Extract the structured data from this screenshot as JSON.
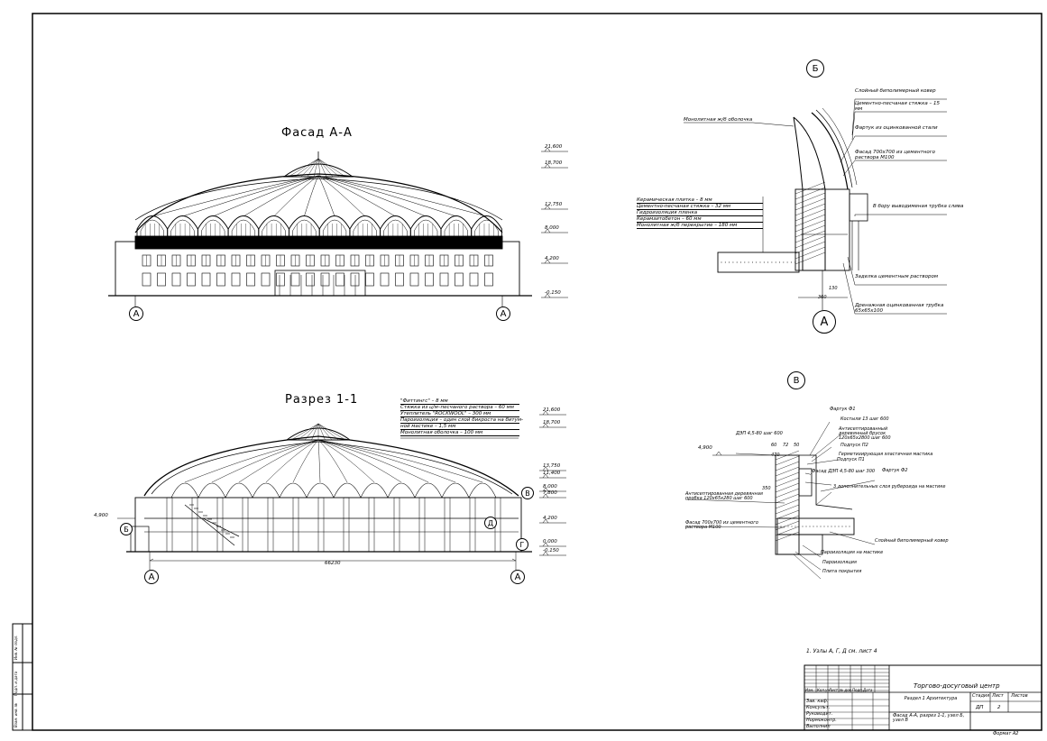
{
  "facade": {
    "title": "Фасад А-А",
    "levels": [
      "21,600",
      "18,700",
      "12,750",
      "8,000",
      "4,200",
      "-0,150"
    ],
    "axis_left": "А",
    "axis_right": "А"
  },
  "section": {
    "title": "Разрез 1-1",
    "roof_layers": [
      "\"Фиттингс\" – 8 мм",
      "Стяжка из ц/м–песчаного раствора – 60 мм",
      "Утеплитель \"ROCKWOOL\" – 300 мм",
      "Пароизоляция – один слой бикроста на битум-",
      "ной мастике – 1,5 мм",
      "Монолитная оболочка – 100 мм"
    ],
    "levels": [
      "21,600",
      "18,700",
      "13,750",
      "11,400",
      "8,000",
      "7,800",
      "4,200",
      "0,000",
      "-0,150"
    ],
    "left_level": "4,900",
    "dimension": "66230",
    "axis_left": "А",
    "axis_right": "А",
    "marks": [
      "Б",
      "В",
      "Г",
      "Д"
    ]
  },
  "node_b": {
    "id": "Б",
    "axis": "А",
    "labels_right": [
      "Слойный биполимерный ковер",
      "Цементно-песчаная стяжка – 15 мм",
      "Фартук из оцинкованной стали",
      "Фасад 700х700 из цементного раствора М100",
      "В бору выводименая трубка слива",
      "Заделка цементным раствором",
      "Дренажная оцинкованная трубка 65х65х100"
    ],
    "label_left": "Монолитная ж/б оболочка",
    "floor_layers": [
      "Керамическая плитка – 8 мм",
      "Цементно-песчаная стяжка – 32 мм",
      "Гидроизоляция пленка",
      "Керамзитобетон – 60 мм",
      "Монолитная ж/б перекрытие – 180 мм"
    ],
    "dims": [
      "130",
      "360"
    ]
  },
  "node_c": {
    "id": "В",
    "level": "4,900",
    "labels": [
      "Фартук Ф1",
      "Костыли 13 шаг 600",
      "Антисептированный деревянный брусок 120х65х2800 шаг 600",
      "ДЭП 4,5-80 шаг 600",
      "Подпуск П2",
      "Герметизирующая эластичная мастика",
      "Подпуск П1",
      "Фартук Ф2",
      "Фасад ДЭП 4,5-80 шаг 300",
      "Антисептированная деревянная пробка 120х65х280 шаг 600",
      "Фасад 700х700 из цементного раствора М100",
      "3 дополнительных слоя рубероида на мастике",
      "Слойный биполимерный ковер",
      "Пароизоляция на мастике",
      "Пароизоляция",
      "Плита покрытия"
    ],
    "dims": [
      "60",
      "72",
      "50",
      "350",
      "470"
    ]
  },
  "note": "1. Узлы А, Г, Д см. лист 4",
  "stamp": {
    "project": "Торгово-досуговый центр",
    "stage_header": "Стадия",
    "sheet_header": "Лист",
    "sheets_header": "Листов",
    "stage": "ДП",
    "sheet": "2",
    "section_name": "Раздел 1 Архитектура",
    "drawing_name": "Фасад А-А, разрез 1-1, узел Б, узел В",
    "roles": [
      "Зав. каф.",
      "Консульт.",
      "Руководит.",
      "Нормоконтр.",
      "Выполнил"
    ],
    "head_cols": [
      "Изм.",
      "Кол.уч",
      "Лист",
      "№ док.",
      "Подп.",
      "Дата"
    ],
    "format": "Формат А2"
  },
  "left_strip": [
    "Инв. № подл.",
    "Подп. и дата",
    "Взам. инв. №"
  ]
}
